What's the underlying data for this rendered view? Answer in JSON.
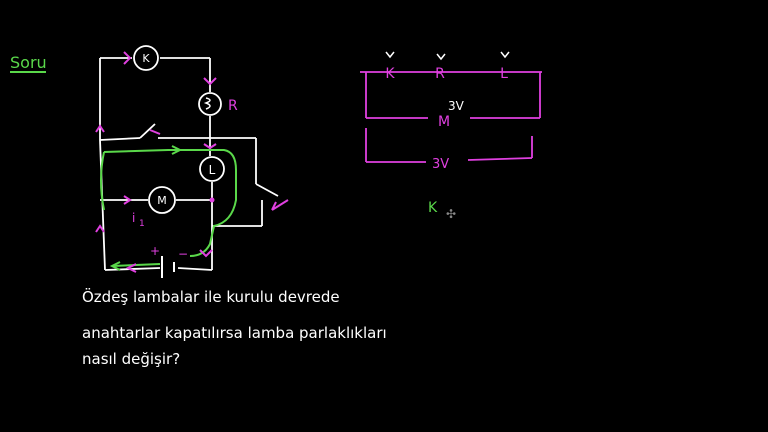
{
  "title": "Soru",
  "labels": {
    "k_lamp": "K",
    "r_lamp": "R",
    "l_lamp": "L",
    "m_lamp": "M",
    "current": "i",
    "current_sub": "1",
    "plus": "+",
    "minus": "−",
    "voltage_top": "3V",
    "voltage_bottom": "3V",
    "answer_k": "K"
  },
  "question": {
    "line1": "Özdeş lambalar ile kurulu devrede",
    "line2": "anahtarlar kapatılırsa lamba parlaklıkları",
    "line3": "nasıl değişir?"
  },
  "colors": {
    "white": "#ffffff",
    "magenta": "#e040e0",
    "green": "#5ad84a"
  }
}
